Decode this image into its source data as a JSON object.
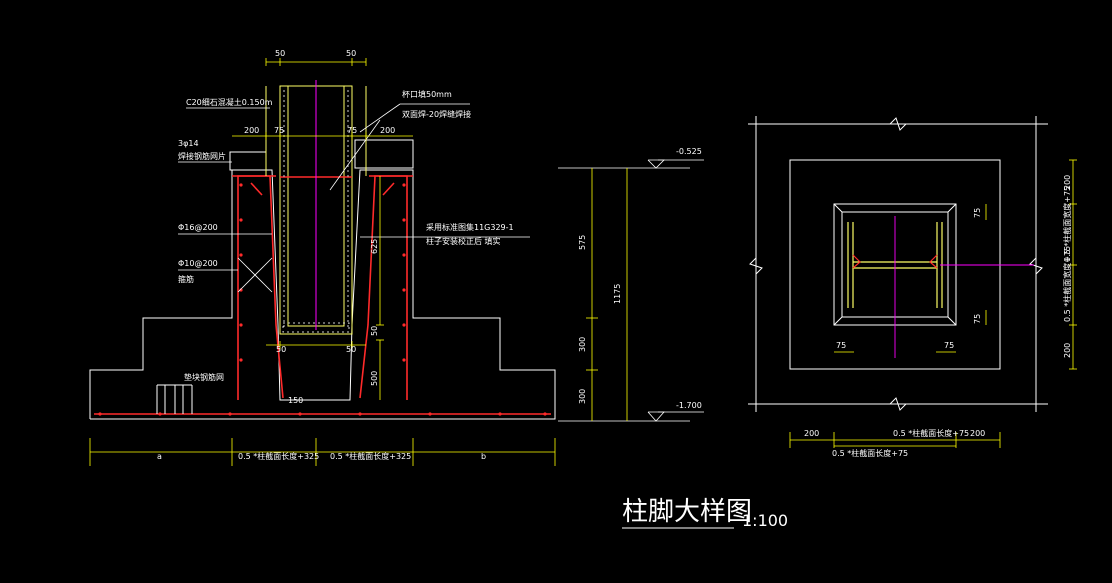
{
  "title": "柱脚大样图",
  "scale": "1:100",
  "colors": {
    "background": "#000000",
    "outline": "#ffffff",
    "rebar": "#ff2a2a",
    "steel": "#ffff66",
    "dimension": "#ffff00",
    "centerline": "#ff00ff",
    "grout": "#cfcfcf"
  },
  "section": {
    "top_dims": [
      "50",
      "50"
    ],
    "mid_dims": [
      "200",
      "75",
      "75",
      "200"
    ],
    "bottom_dims": [
      "50",
      "50",
      "150"
    ],
    "vertical_dim": "625",
    "dim_50_side": "50",
    "dim_500": "500",
    "labels": {
      "c20": "C20细石混凝土0.150m",
      "rebar3": "3φ14",
      "rebar3_note": "焊接钢筋网片",
      "phi16": "Φ16@200",
      "phi10": "Φ10@200",
      "phi10_note": "箍筋",
      "spacer": "垫块钢筋网",
      "cup_gap": "杯口填50mm",
      "cup_fill": "双面焊-20焊缝焊接",
      "standard_1": "采用标准图集11G329-1",
      "standard_2": "柱子安装校正后 填实"
    },
    "bottom_labels": [
      "a",
      "0.5 *柱截面长度+325",
      "0.5 *柱截面长度+325",
      "b"
    ]
  },
  "elevation": {
    "level_top": "-0.525",
    "level_bottom": "-1.700",
    "dims": [
      "575",
      "300",
      "300"
    ],
    "total": "1175"
  },
  "plan": {
    "right_dims": [
      "200",
      "0.5 *柱截面宽度+75",
      "0.5 *柱截面宽度+75",
      "200"
    ],
    "inner_dims": [
      "75",
      "75",
      "75",
      "75"
    ],
    "bottom_dims": [
      "200",
      "0.5 *柱截面长度+75",
      "200"
    ],
    "bottom_dim2": "0.5 *柱截面长度+75"
  }
}
